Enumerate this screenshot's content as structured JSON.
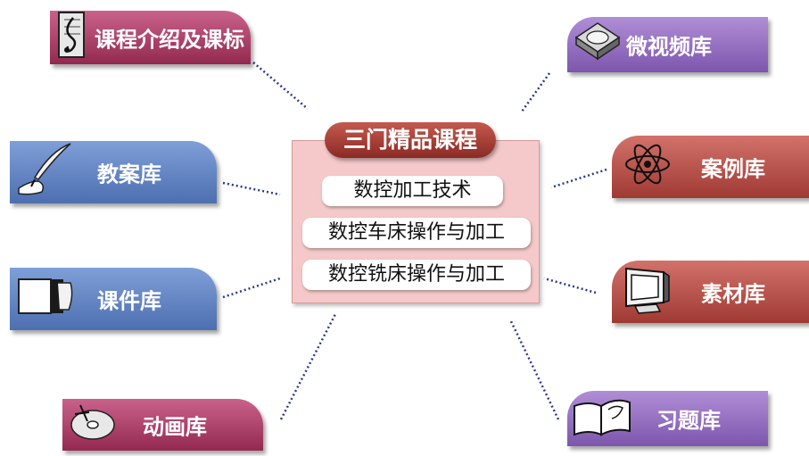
{
  "hub": {
    "title": "三门精品课程",
    "courses": [
      "数控加工技术",
      "数控车床操作与加工",
      "数控铣床操作与加工"
    ]
  },
  "resources": {
    "intro": "课程介绍及课标",
    "lesson_plans": "教案库",
    "courseware": "课件库",
    "animations": "动画库",
    "micro_video": "微视频库",
    "cases": "案例库",
    "materials": "素材库",
    "exercises": "习题库"
  },
  "colors": {
    "pink": "#b5446f",
    "blue": "#6a8ccc",
    "purple": "#9a74c6",
    "red": "#bd5650",
    "hub_bg": "#f5c9c9",
    "dotted_link": "#2b3a8c"
  },
  "icons": {
    "intro": "music-notes-icon",
    "lesson_plans": "quill-pen-icon",
    "courseware": "book-hand-icon",
    "animations": "cd-disc-icon",
    "micro_video": "hard-drive-icon",
    "cases": "atom-icon",
    "materials": "monitor-icon",
    "exercises": "open-book-icon"
  }
}
